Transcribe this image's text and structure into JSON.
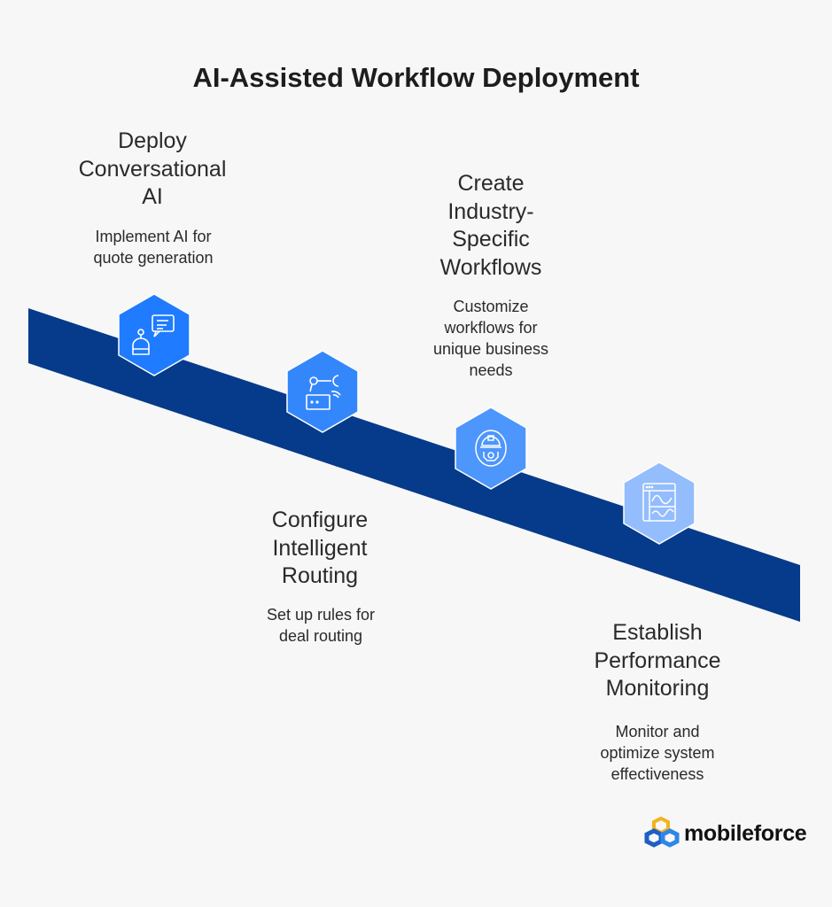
{
  "title": "AI-Assisted Workflow Deployment",
  "colors": {
    "band": "#063a8a",
    "hex1": "#1f7bff",
    "hex2": "#3487fb",
    "hex3": "#4d96fb",
    "hex4": "#93bdfc"
  },
  "steps": [
    {
      "title": "Deploy\nConversational\nAI",
      "description": "Implement AI for\nquote generation",
      "icon": "robot-chat-icon"
    },
    {
      "title": "Configure\nIntelligent\nRouting",
      "description": "Set up rules for\ndeal routing",
      "icon": "robotic-arm-icon"
    },
    {
      "title": "Create\nIndustry-\nSpecific\nWorkflows",
      "description": "Customize\nworkflows for\nunique business\nneeds",
      "icon": "hardhat-gear-icon"
    },
    {
      "title": "Establish\nPerformance\nMonitoring",
      "description": "Monitor and\noptimize system\neffectiveness",
      "icon": "dashboard-chart-icon"
    }
  ],
  "logo": {
    "text": "mobileforce"
  }
}
